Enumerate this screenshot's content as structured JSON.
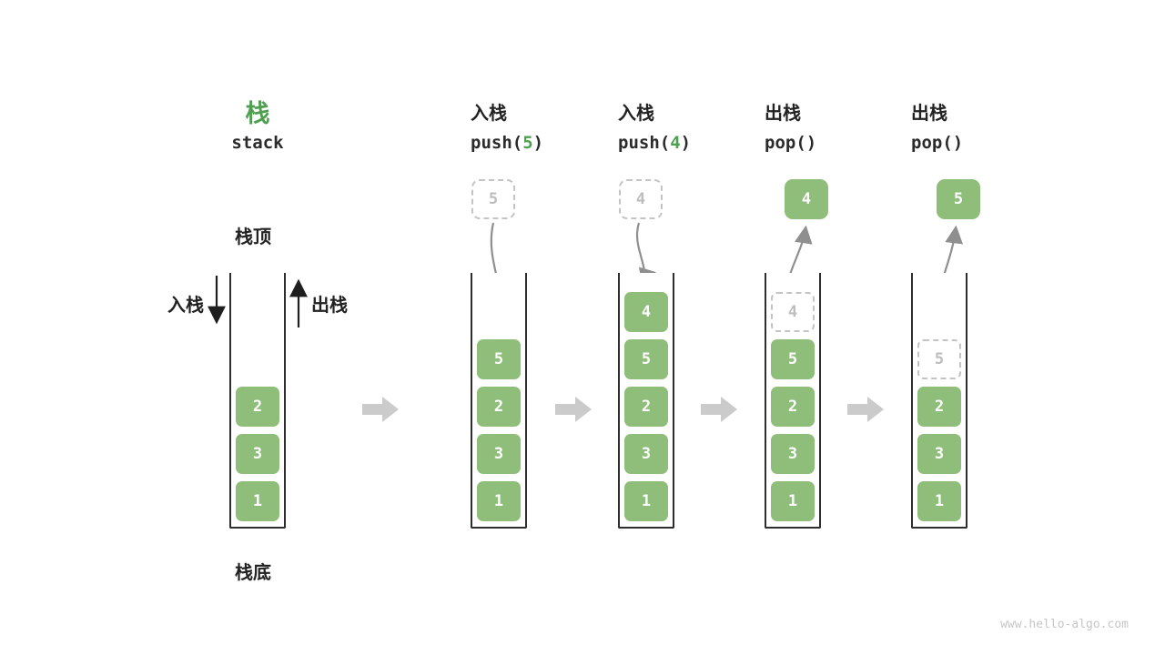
{
  "palette": {
    "accent_green": "#4f9f51",
    "cell_green": "#8fbe7b",
    "ghost_gray": "#c4c4c4",
    "arrow_gray": "#8f8f8f",
    "transition_arrow_gray": "#cbcbcb",
    "outline_dark": "#2e2e2e"
  },
  "legend": {
    "title": "栈",
    "subtitle": "stack",
    "top_label": "栈顶",
    "bottom_label": "栈底",
    "push_label": "入栈",
    "pop_label": "出栈",
    "cells": [
      "2",
      "3",
      "1"
    ]
  },
  "stages": [
    {
      "action": "入栈",
      "op": {
        "prefix": "push(",
        "arg": "5",
        "suffix": ")"
      },
      "float": "5",
      "cells": [
        "5",
        "2",
        "3",
        "1"
      ]
    },
    {
      "action": "入栈",
      "op": {
        "prefix": "push(",
        "arg": "4",
        "suffix": ")"
      },
      "float": "4",
      "cells": [
        "4",
        "5",
        "2",
        "3",
        "1"
      ]
    },
    {
      "action": "出栈",
      "op": {
        "prefix": "pop(",
        "arg": "",
        "suffix": ")"
      },
      "float": "4",
      "cells": [
        "4",
        "5",
        "2",
        "3",
        "1"
      ]
    },
    {
      "action": "出栈",
      "op": {
        "prefix": "pop(",
        "arg": "",
        "suffix": ")"
      },
      "float": "5",
      "cells": [
        "5",
        "2",
        "3",
        "1"
      ]
    }
  ],
  "watermark": "www.hello-algo.com"
}
